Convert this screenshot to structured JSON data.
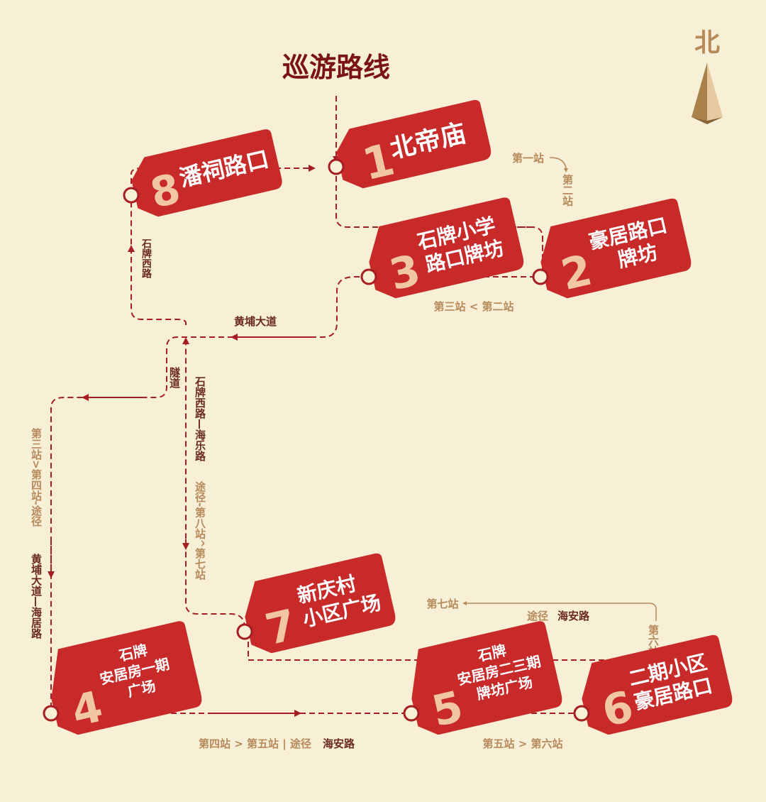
{
  "title": "巡游路线",
  "north": "北",
  "colors": {
    "background": "#f7efd6",
    "route": "#a41e22",
    "tag": "#c82a2a",
    "tag_number": "#f1c7a3",
    "label_dark": "#6b2a1e",
    "label_tan": "#b78a5c"
  },
  "stops": [
    {
      "number": "1",
      "name_lines": [
        "北帝庙"
      ]
    },
    {
      "number": "2",
      "name_lines": [
        "豪居路口",
        "牌坊"
      ]
    },
    {
      "number": "3",
      "name_lines": [
        "石牌小学",
        "路口牌坊"
      ]
    },
    {
      "number": "4",
      "name_lines": [
        "石牌",
        "安居房一期",
        "广场"
      ]
    },
    {
      "number": "5",
      "name_lines": [
        "石牌",
        "安居房二三期",
        "牌坊广场"
      ]
    },
    {
      "number": "6",
      "name_lines": [
        "二期小区",
        "豪居路口"
      ]
    },
    {
      "number": "7",
      "name_lines": [
        "新庆村",
        "小区广场"
      ]
    },
    {
      "number": "8",
      "name_lines": [
        "潘祠路口"
      ]
    }
  ],
  "labels": {
    "first_station": "第一站",
    "second_station": "第二站",
    "s3_s2": "第三站 < 第二站",
    "huangpu_avenue": "黄埔大道",
    "shipai_west_1": "石牌西路",
    "tunnel": "隧道",
    "shipai_west_hailelu": "石牌西路—海乐路",
    "via_s8_s7": "途径-第八站^第七站",
    "s3_s4_via": "第三站>第四站-途径",
    "huangpu_haiju": "黄埔大道—海居路",
    "s4_s5_prefix": "第四站 > 第五站 | 途径",
    "s4_s5_road": "海安路",
    "s5_s6": "第五站 > 第六站",
    "seventh_station": "第七站",
    "via_prefix": "途径",
    "via_road": "海安路",
    "sixth_station": "第六站"
  }
}
